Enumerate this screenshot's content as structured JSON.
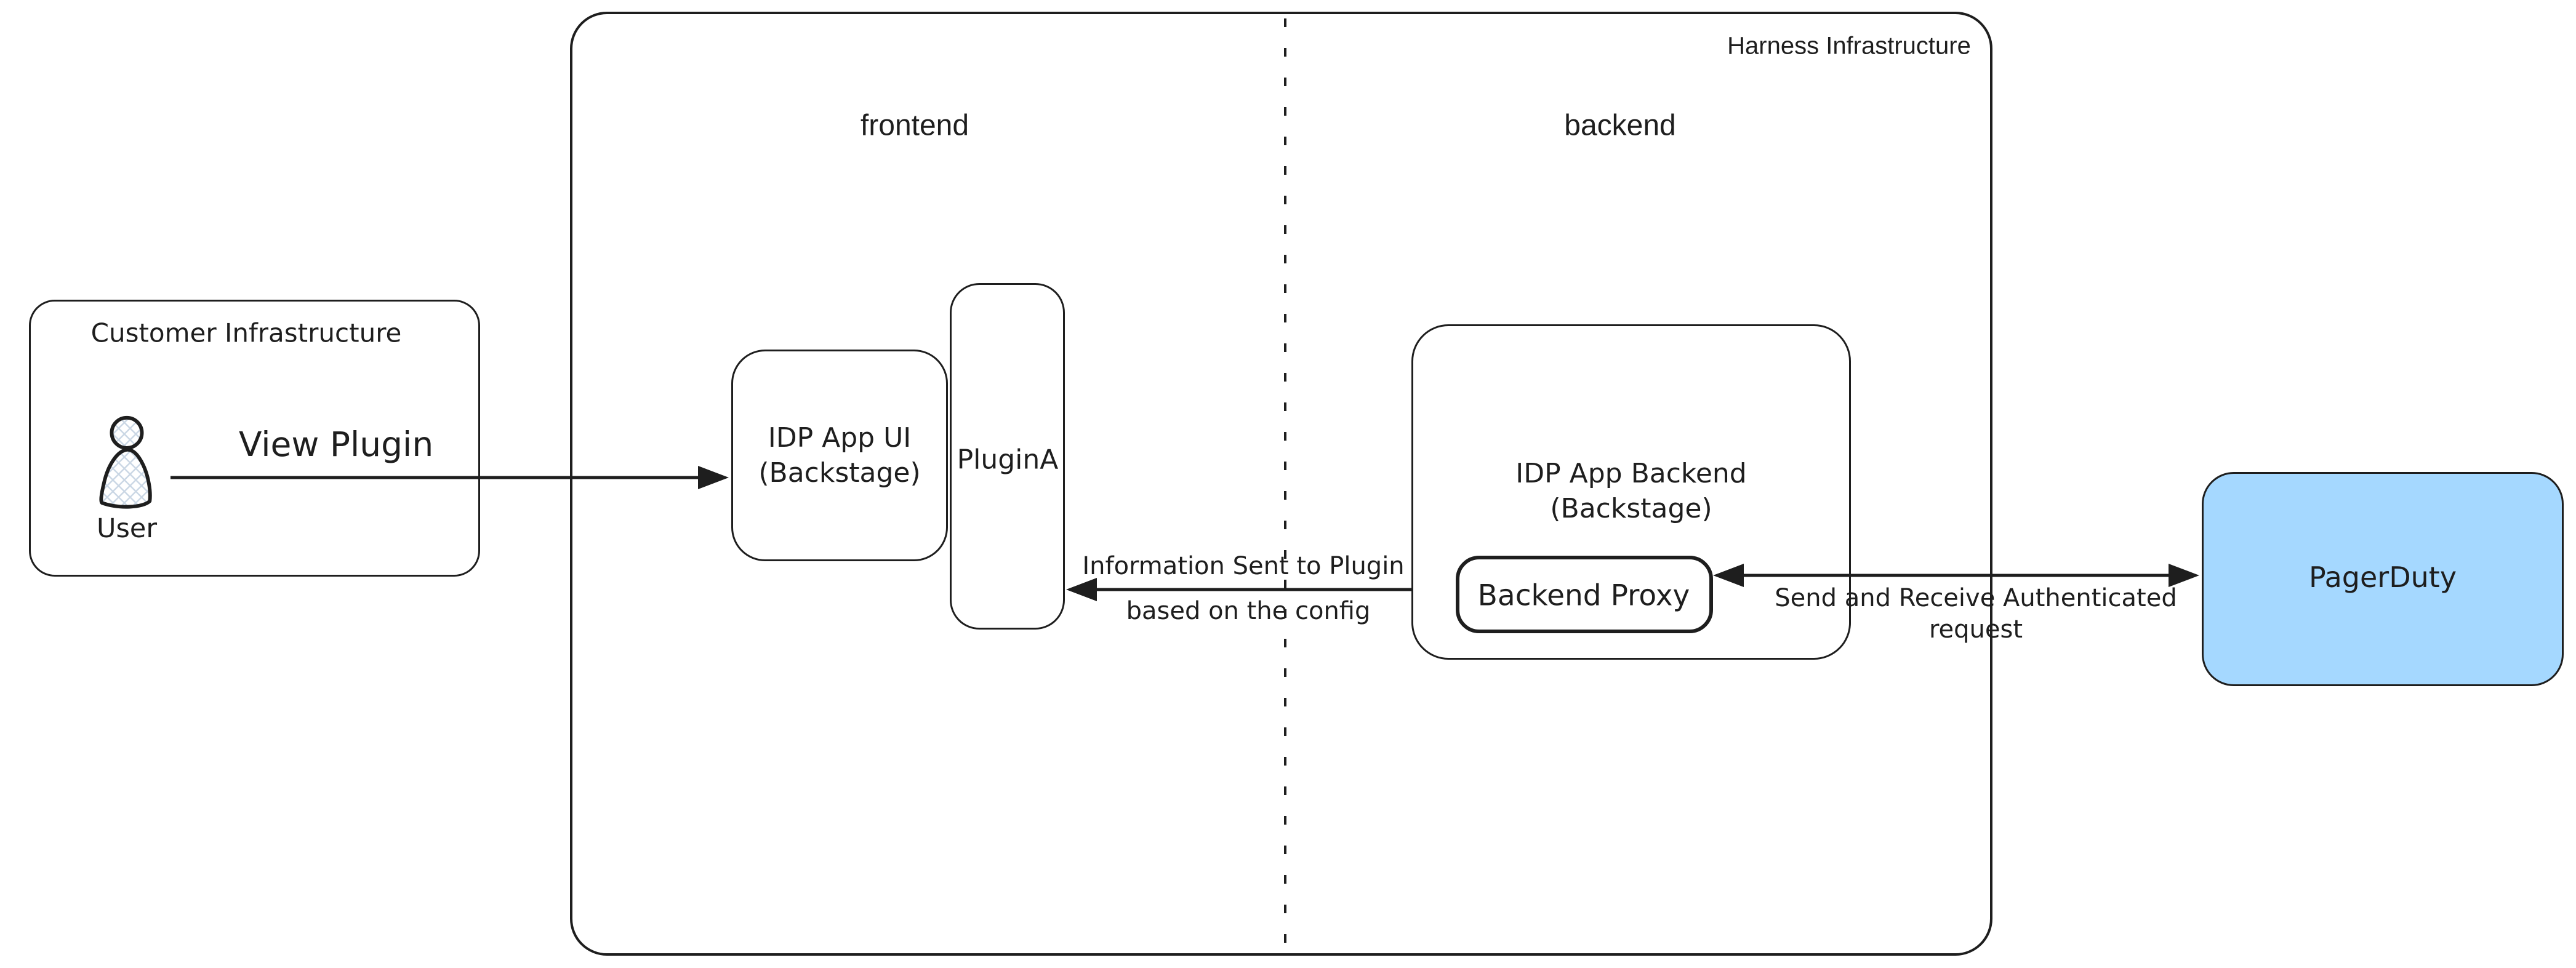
{
  "colors": {
    "ink": "#1e1e1e",
    "pagerduty_fill": "#a5d8ff",
    "hatch": "#c9d6e4",
    "background": "#ffffff"
  },
  "customer": {
    "title": "Customer Infrastructure",
    "user_label": "User"
  },
  "harness": {
    "title": "Harness Infrastructure",
    "frontend_label": "frontend",
    "backend_label": "backend"
  },
  "nodes": {
    "idp_ui": {
      "line1": "IDP App UI",
      "line2": "(Backstage)"
    },
    "plugin_a": {
      "label": "PluginA"
    },
    "idp_backend": {
      "line1": "IDP App Backend",
      "line2": "(Backstage)"
    },
    "backend_proxy": {
      "label": "Backend Proxy"
    },
    "pagerduty": {
      "label": "PagerDuty"
    }
  },
  "arrows": {
    "view_plugin": {
      "label": "View Plugin"
    },
    "information": {
      "line1": "Information Sent to Plugin",
      "line2": "based on the config"
    },
    "send_receive": {
      "line1": "Send and Receive Authenticated",
      "line2": "request"
    }
  },
  "icons": {
    "user": "person-icon"
  }
}
